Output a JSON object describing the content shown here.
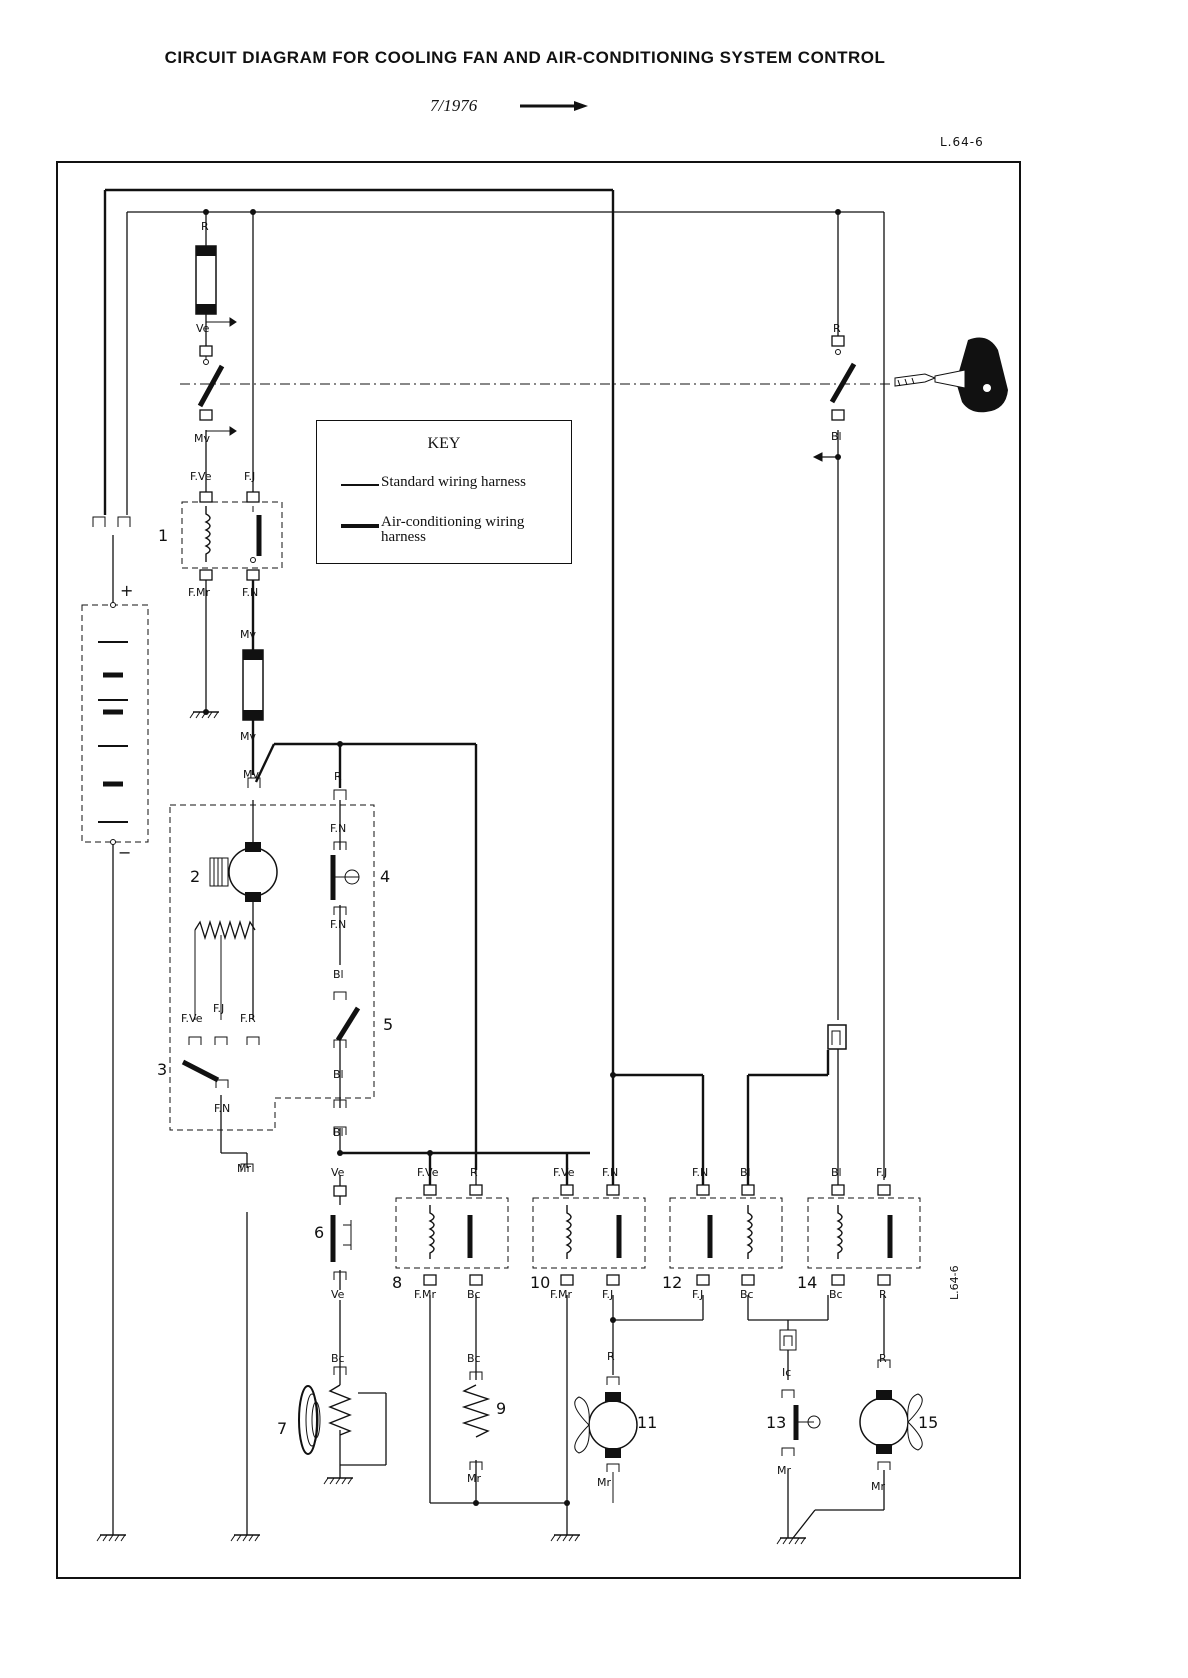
{
  "header": {
    "title": "CIRCUIT DIAGRAM FOR COOLING FAN AND AIR-CONDITIONING SYSTEM CONTROL",
    "date": "7/1976",
    "ref": "L.64-6"
  },
  "key": {
    "title": "KEY",
    "standard_label": "Standard wiring harness",
    "ac_label_line1": "Air-conditioning wiring",
    "ac_label_line2": "harness"
  },
  "components": {
    "c1": "1",
    "c2": "2",
    "c3": "3",
    "c4": "4",
    "c5": "5",
    "c6": "6",
    "c7": "7",
    "c8": "8",
    "c9": "9",
    "c10": "10",
    "c11": "11",
    "c12": "12",
    "c13": "13",
    "c14": "14",
    "c15": "15"
  },
  "wires": {
    "R": "R",
    "Ve": "Ve",
    "Mv": "Mv",
    "FVe": "F.Ve",
    "FJ": "F.J",
    "FMr": "F.Mr",
    "FN": "F.N",
    "FR": "F.R",
    "Bl": "Bl",
    "Mr": "Mr",
    "Bc": "Bc",
    "Ic": "Ic"
  },
  "battery": {
    "plus": "+",
    "minus": "−"
  },
  "side_ref": "L.64-6",
  "colors": {
    "ink": "#111111",
    "background": "#ffffff"
  }
}
